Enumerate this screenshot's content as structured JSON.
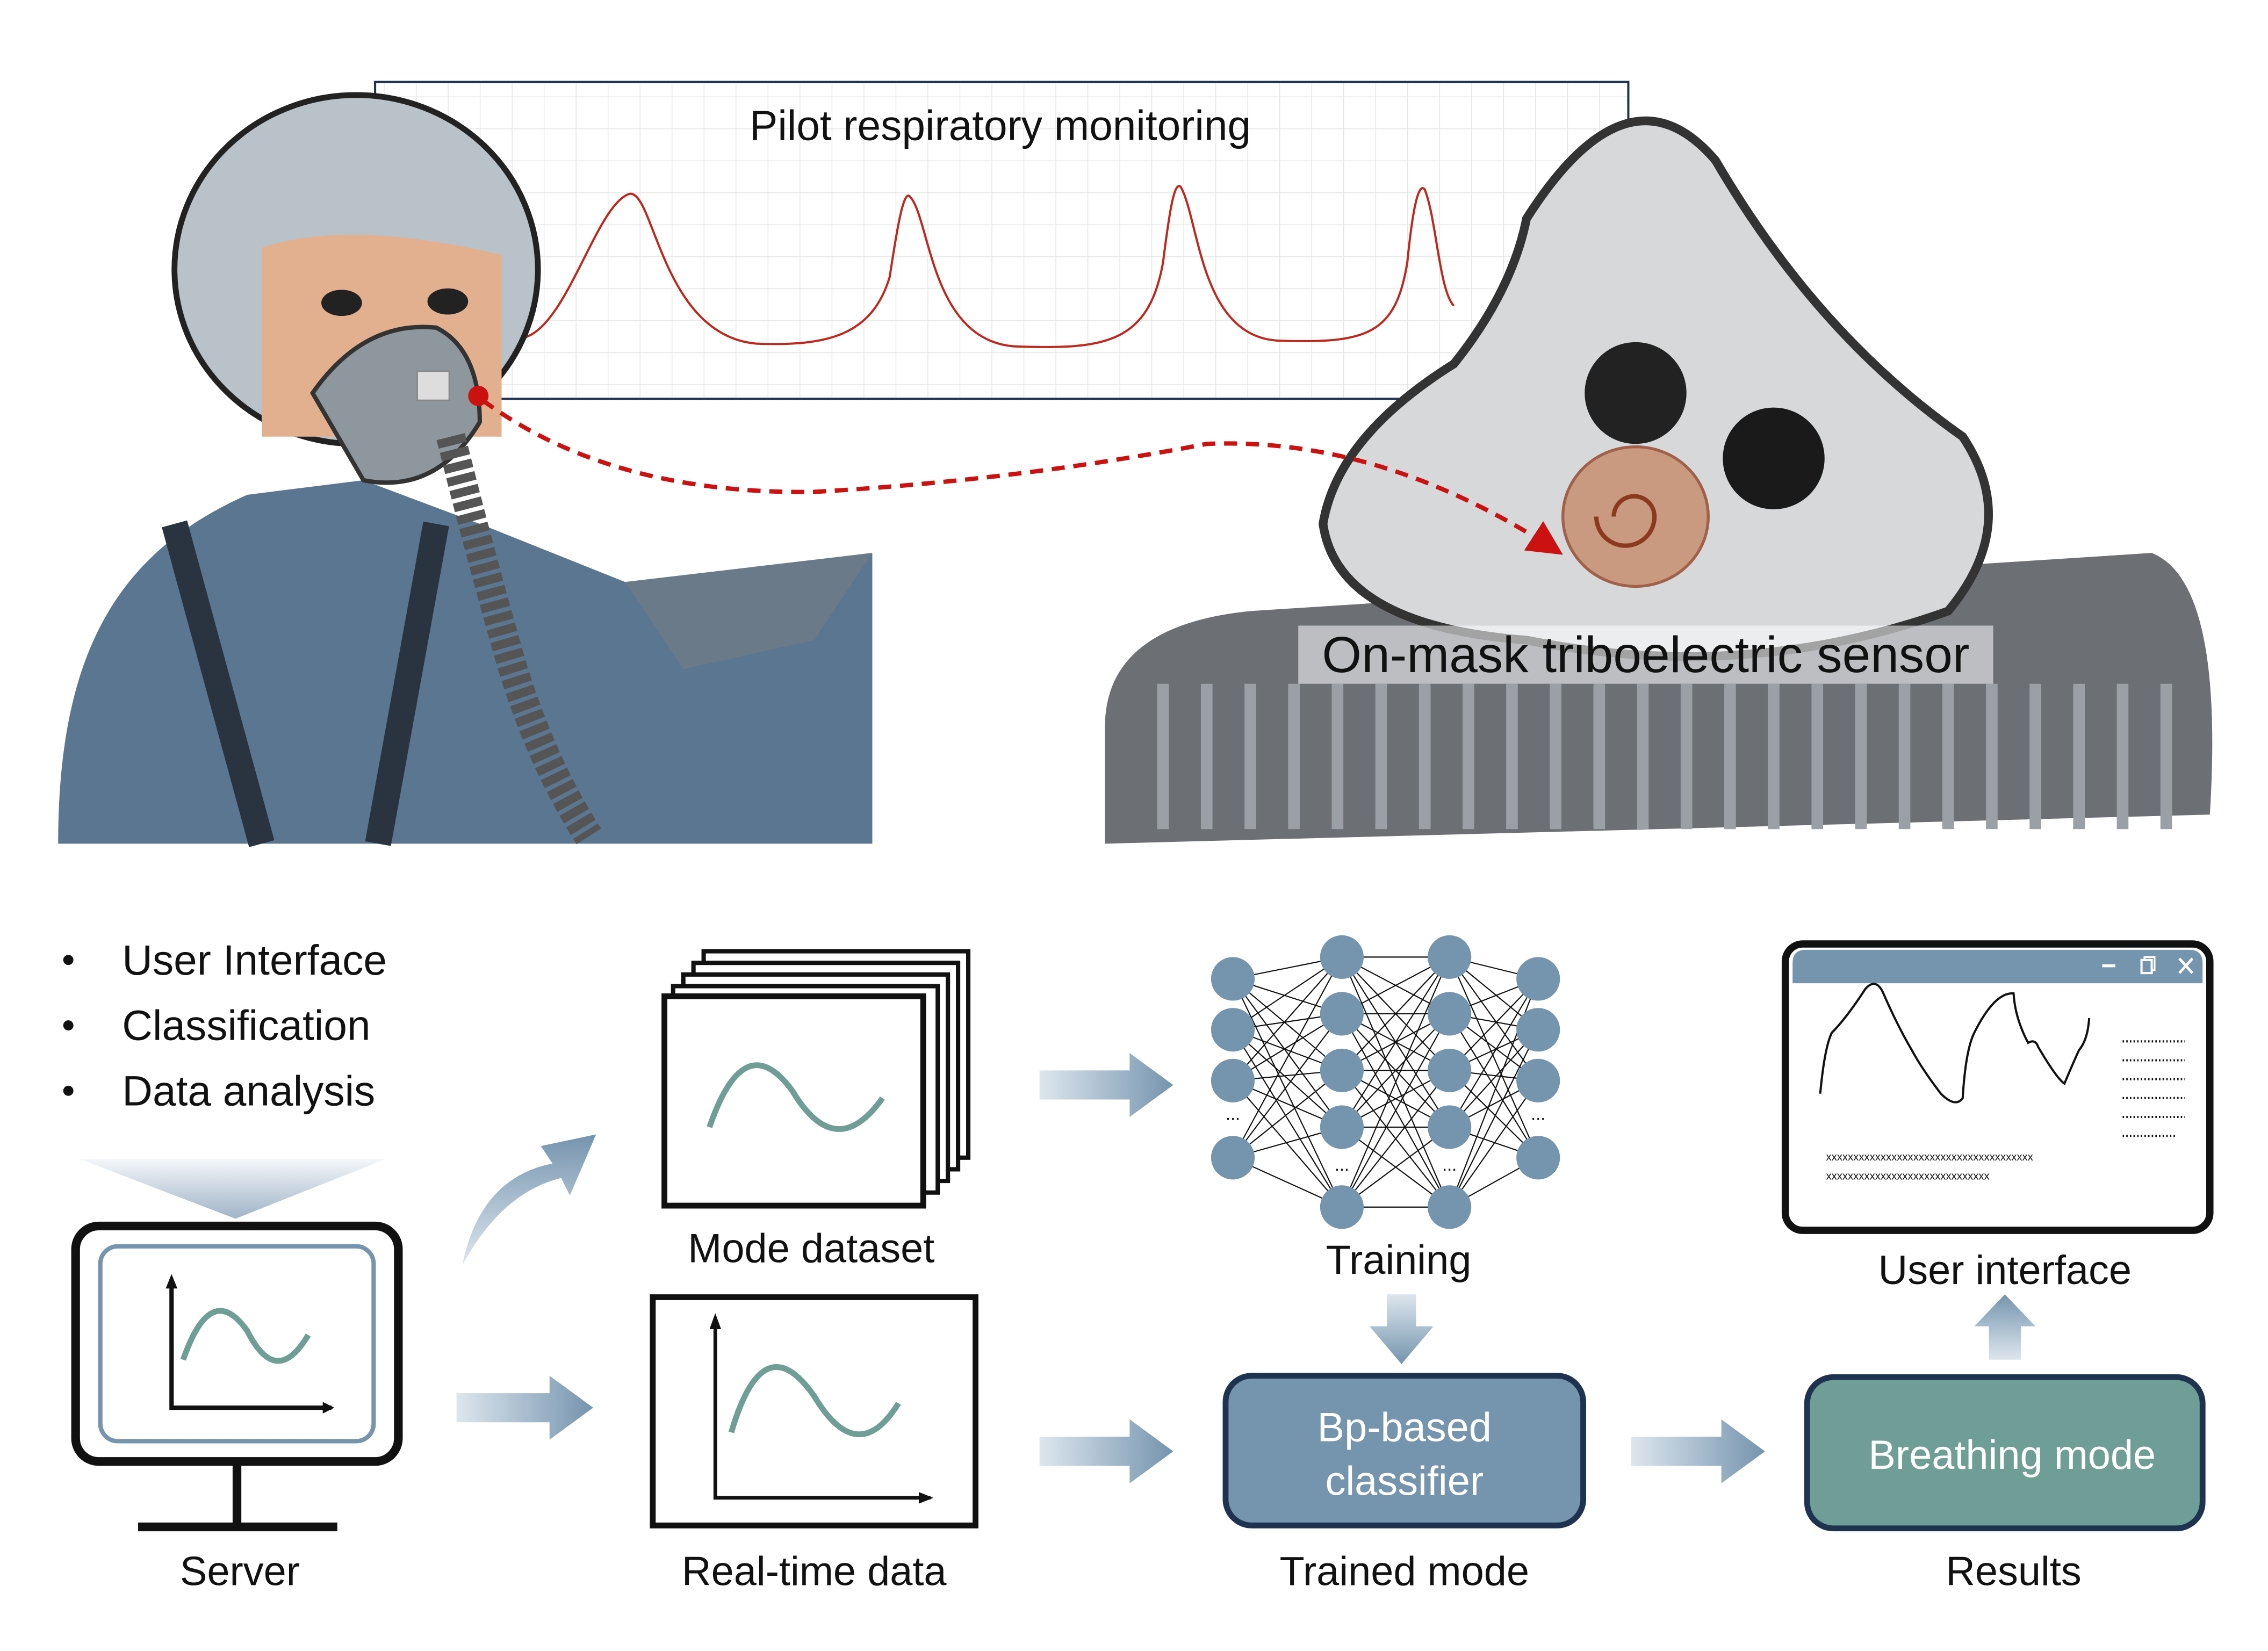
{
  "top": {
    "monitor_title": "Pilot respiratory monitoring",
    "sensor_label": "On-mask triboelectric sensor",
    "signal_color": "#c0281e",
    "marker_color": "#cc1111"
  },
  "server_features": [
    "User Interface",
    "Classification",
    "Data analysis"
  ],
  "labels": {
    "server": "Server",
    "mode_dataset": "Mode dataset",
    "realtime_data": "Real-time data",
    "training": "Training",
    "trained_mode": "Trained mode",
    "results": "Results",
    "user_interface": "User interface"
  },
  "classifier": {
    "line1": "Bp-based",
    "line2": "classifier"
  },
  "breathing_mode": "Breathing mode",
  "nn_ellipsis": "...",
  "ui_window": {
    "minimize_icon": "minimize-icon",
    "restore_icon": "restore-icon",
    "close_icon": "close-icon",
    "text_line1": "xxxxxxxxxxxxxxxxxxxxxxxxxxxxxxxxxxxxxx",
    "text_line2": "xxxxxxxxxxxxxxxxxxxxxxxxxxxxxx"
  },
  "colors": {
    "accent_blue": "#7594ae",
    "accent_green": "#6f9e96",
    "wave_green": "#6f9e96",
    "dark_navy": "#1e3350"
  }
}
